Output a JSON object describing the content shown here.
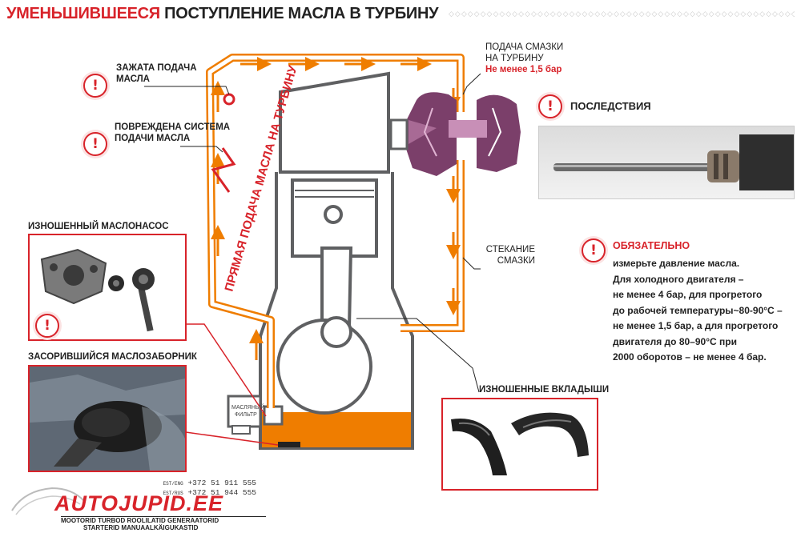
{
  "title": {
    "part1": "УМЕНЬШИВШЕЕСЯ",
    "part2": "ПОСТУПЛЕНИЕ МАСЛА В ТУРБИНУ"
  },
  "labels": {
    "clamped_line1": "ЗАЖАТА ПОДАЧА",
    "clamped_line2": "МАСЛА",
    "damaged_line1": "ПОВРЕЖДЕНА СИСТЕМА",
    "damaged_line2": "ПОДАЧИ МАСЛА",
    "supply_line1": "ПОДАЧА СМАЗКИ",
    "supply_line2": "НА ТУРБИНУ",
    "supply_min": "Не менее 1,5 бар",
    "drain_line1": "СТЕКАНИЕ",
    "drain_line2": "СМАЗКИ",
    "direct_supply": "ПРЯМАЯ ПОДАЧА МАСЛА НА ТУРБИНУ",
    "oil_filter_line1": "МАСЛЯНЫЙ",
    "oil_filter_line2": "ФИЛЬТР",
    "worn_pump": "ИЗНОШЕННЫЙ МАСЛОНАСОС",
    "clogged_pickup": "ЗАСОРИВШИЙСЯ МАСЛОЗАБОРНИК",
    "worn_bearings": "ИЗНОШЕННЫЕ ВКЛАДЫШИ",
    "consequences": "ПОСЛЕДСТВИЯ"
  },
  "mandatory": {
    "heading": "ОБЯЗАТЕЛЬНО",
    "lines": [
      "измерьте давление масла.",
      "Для холодного двигателя –",
      "не менее 4 бар, для прогретого",
      "до рабочей температуры~80-90°C –",
      "не менее 1,5 бар, а для прогретого",
      "двигателя до 80–90°C при",
      "2000 оборотов – не менее 4 бар."
    ]
  },
  "footer": {
    "phone1_prefix": "EST/ENG",
    "phone1": "+372 51 911 555",
    "phone2_prefix": "EST/RUS",
    "phone2": "+372 51 944 555",
    "brand": "AUTOJUPID.EE",
    "tagline1": "MOOTORID TURBOD ROOLILATID GENERAATORID",
    "tagline2": "STARTERID MANUAALKÄIGUKASTID"
  },
  "colors": {
    "accent_red": "#d8232a",
    "oil_orange": "#ef7d00",
    "turbo_purple": "#7b3f6a",
    "engine_gray": "#5f6062"
  },
  "icons": [
    "warning-icon",
    "arrow-icon"
  ]
}
